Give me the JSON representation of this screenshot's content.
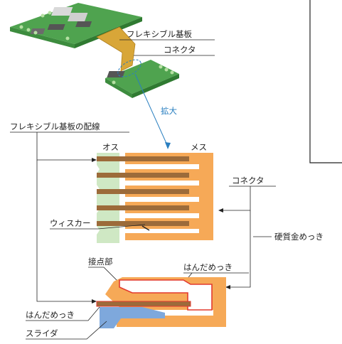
{
  "labels": {
    "flex_board": "フレキシブル基板",
    "connector_top": "コネクタ",
    "zoom": "拡大",
    "flex_board_wiring": "フレキシブル基板の配線",
    "male": "オス",
    "female": "メス",
    "connector_side": "コネクタ",
    "whisker": "ウィスカー",
    "hard_gold_plating": "硬質金めっき",
    "contact": "接点部",
    "solder_plating_right": "はんだめっき",
    "solder_plating_left": "はんだめっき",
    "slider": "スライダ"
  },
  "colors": {
    "pcb_green": "#5db85a",
    "flex_gold": "#d8a638",
    "connector_orange": "#f6a957",
    "contact_brown": "#9c6b3a",
    "slider_blue": "#7ea8dc",
    "plating_red": "#e23a2f",
    "male_green": "#cfe8c4",
    "zoom_blue": "#2a7fc0"
  }
}
